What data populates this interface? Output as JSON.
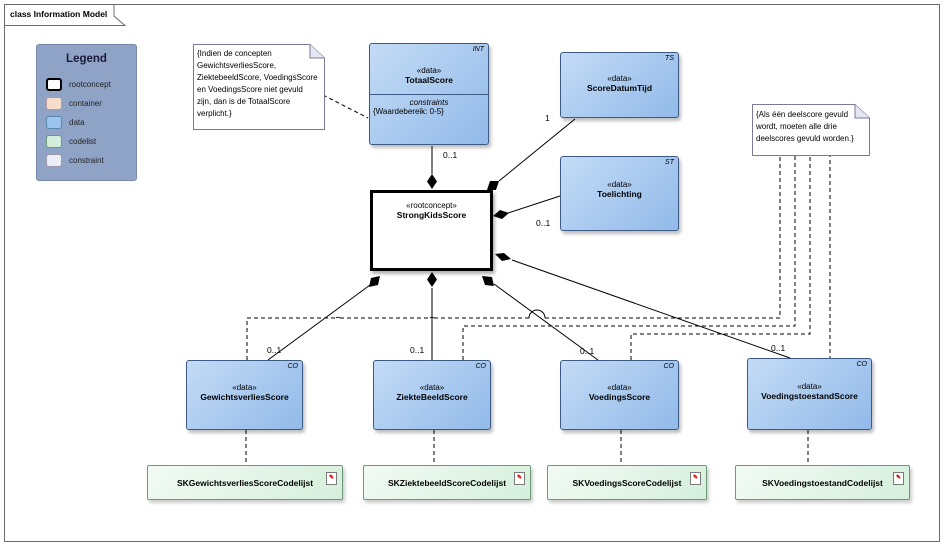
{
  "frame": {
    "title": "class Information Model"
  },
  "legend": {
    "title": "Legend",
    "items": [
      {
        "label": "rootconcept",
        "color": "#ffffff"
      },
      {
        "label": "container",
        "color": "#f6dccd"
      },
      {
        "label": "data",
        "color": "#9cc4ec"
      },
      {
        "label": "codelist",
        "color": "#d3efdb"
      },
      {
        "label": "constraint",
        "color": "#eeeef8"
      }
    ]
  },
  "root": {
    "stereotype": "«rootconcept»",
    "name": "StrongKidsScore"
  },
  "totaal": {
    "stereotype": "«data»",
    "name": "TotaalScore",
    "tag": "INT",
    "section": "constraints",
    "constraint": "{Waardebereik: 0-5}"
  },
  "datum": {
    "stereotype": "«data»",
    "name": "ScoreDatumTijd",
    "tag": "TS"
  },
  "toelichting": {
    "stereotype": "«data»",
    "name": "Toelichting",
    "tag": "ST"
  },
  "scores": [
    {
      "stereotype": "«data»",
      "name": "GewichtsverliesScore",
      "tag": "CO",
      "mult": "0..1",
      "codelist": "SKGewichtsverliesScoreCodelijst"
    },
    {
      "stereotype": "«data»",
      "name": "ZiekteBeeldScore",
      "tag": "CO",
      "mult": "0..1",
      "codelist": "SKZiektebeeldScoreCodelijst"
    },
    {
      "stereotype": "«data»",
      "name": "VoedingsScore",
      "tag": "CO",
      "mult": "0..1",
      "codelist": "SKVoedingsScoreCodelijst"
    },
    {
      "stereotype": "«data»",
      "name": "VoedingstoestandScore",
      "tag": "CO",
      "mult": "0..1",
      "codelist": "SKVoedingstoestandCodelijst"
    }
  ],
  "mults": {
    "totaal": "0..1",
    "datum": "1",
    "toelichting": "0..1"
  },
  "notes": {
    "left": "{Indien de concepten GewichtsverliesScore, ZiektebeeldScore, VoedingsScore en VoedingsScore niet gevuld zijn, dan is de TotaalScore verplicht.}",
    "right": "{Als één deelscore gevuld wordt, moeten alle drie deelscores gevuld worden.}"
  }
}
